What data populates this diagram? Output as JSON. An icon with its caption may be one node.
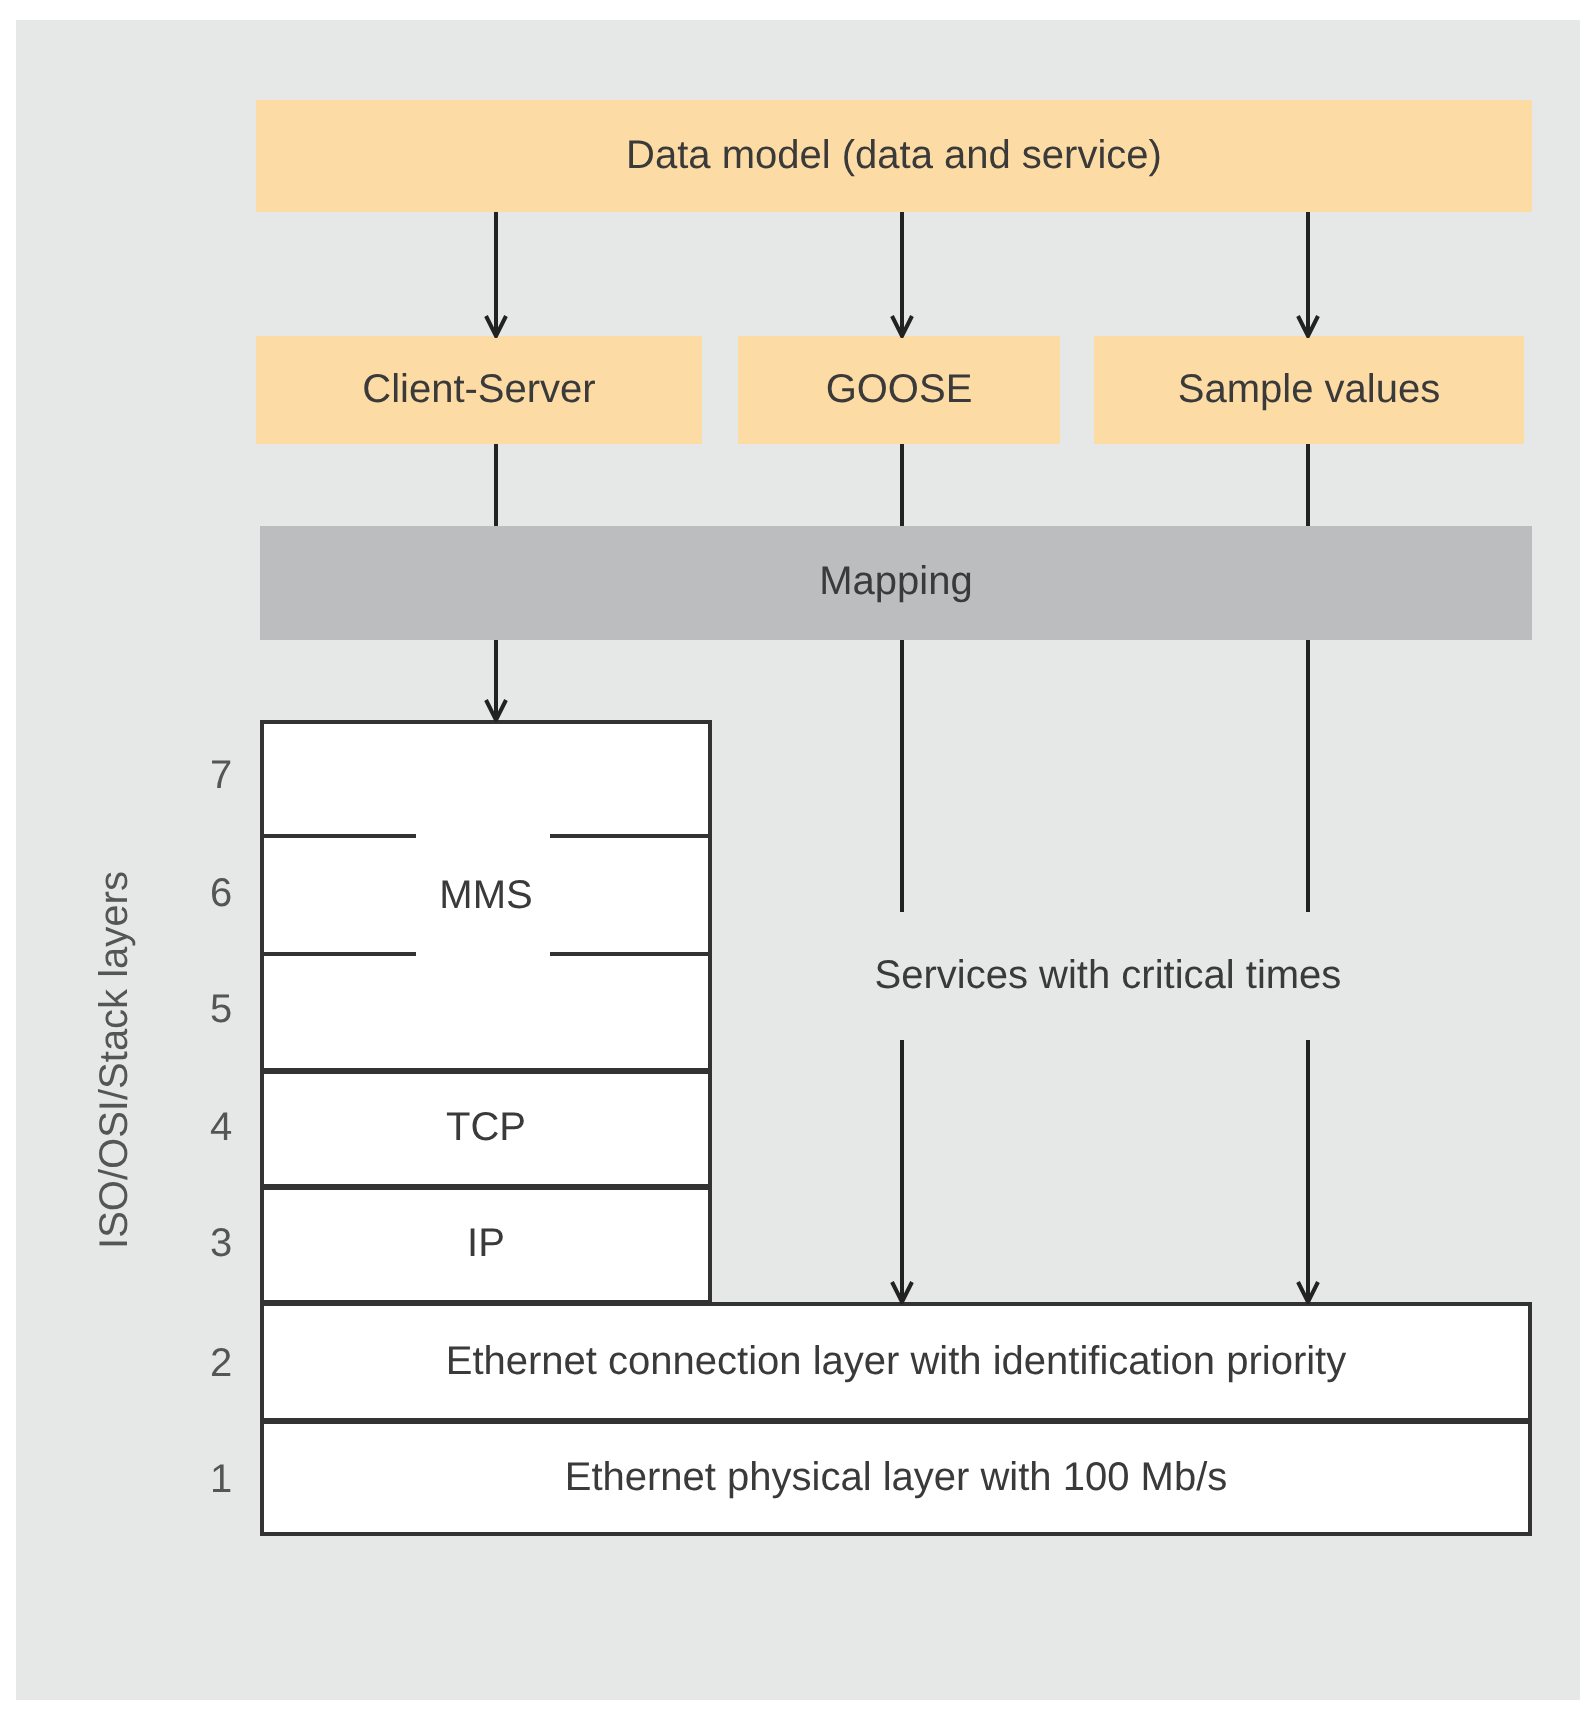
{
  "diagram": {
    "nodes": [
      {
        "text": [
          "Data model (data and service)"
        ]
      },
      {
        "text": [
          "Client-Server"
        ]
      },
      {
        "text": [
          "GOOSE"
        ]
      },
      {
        "text": [
          "Sample values"
        ]
      },
      {
        "text": [
          "Mapping"
        ]
      },
      {
        "text": [
          "MMS"
        ]
      },
      {
        "text": [
          "Services with critical times"
        ]
      },
      {
        "text": [
          "TCP"
        ]
      },
      {
        "text": [
          "IP"
        ]
      },
      {
        "text": [
          "Ethernet connection layer with identification priority"
        ]
      },
      {
        "text": [
          "Ethernet physical layer with 100 Mb/s"
        ]
      }
    ],
    "edges": [
      {
        "from": 0,
        "to": 1,
        "arrow": "to"
      },
      {
        "from": 0,
        "to": 2,
        "arrow": "to"
      },
      {
        "from": 0,
        "to": 3,
        "arrow": "to"
      },
      {
        "from": 1,
        "to": 4,
        "arrow": "none"
      },
      {
        "from": 2,
        "to": 4,
        "arrow": "none"
      },
      {
        "from": 3,
        "to": 4,
        "arrow": "none"
      },
      {
        "from": 4,
        "to": 5,
        "arrow": "to"
      },
      {
        "from": 4,
        "to": 6,
        "arrow": "none"
      },
      {
        "from": 4,
        "to": 6,
        "arrow": "none"
      },
      {
        "from": 6,
        "to": 9,
        "arrow": "to"
      },
      {
        "from": 6,
        "to": 9,
        "arrow": "to"
      }
    ],
    "labels": [
      "ISO/OSI/Stack layers",
      "7",
      "6",
      "5",
      "4",
      "3",
      "2",
      "1"
    ]
  }
}
